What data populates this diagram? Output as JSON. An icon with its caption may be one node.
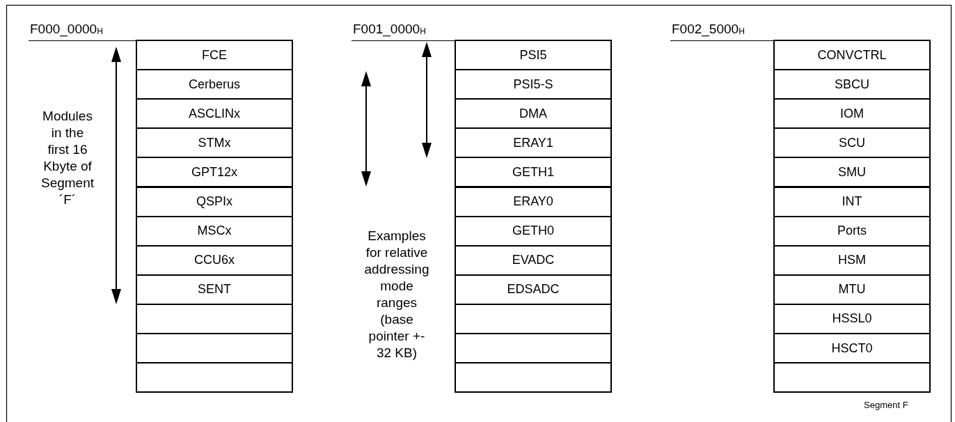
{
  "diagram": {
    "nodes": [
      {
        "text": [
          "FCE"
        ],
        "beside": [
          "F000_0000$_{H}$"
        ]
      },
      {
        "text": [
          "Cerberus"
        ]
      },
      {
        "text": [
          "ASCLINx"
        ]
      },
      {
        "text": [
          "STMx"
        ]
      },
      {
        "text": [
          "GPT12x"
        ]
      },
      {
        "text": [
          "QSPIx"
        ]
      },
      {
        "text": [
          "MSCx"
        ]
      },
      {
        "text": [
          "CCU6x"
        ]
      },
      {
        "text": [
          "SENT"
        ]
      },
      {
        "text": [],
        "shape": "box"
      },
      {
        "text": [],
        "shape": "box"
      },
      {
        "text": [],
        "shape": "box"
      },
      {
        "text": [
          "PSI5"
        ],
        "beside": [
          "F001_0000$_{H}$"
        ]
      },
      {
        "text": [
          "PSI5-S"
        ]
      },
      {
        "text": [
          "DMA"
        ]
      },
      {
        "text": [
          "ERAY1"
        ]
      },
      {
        "text": [
          "GETH1"
        ]
      },
      {
        "text": [
          "ERAY0"
        ]
      },
      {
        "text": [
          "GETH0"
        ]
      },
      {
        "text": [
          "EVADC"
        ]
      },
      {
        "text": [
          "EDSADC"
        ]
      },
      {
        "text": [],
        "shape": "box"
      },
      {
        "text": [],
        "shape": "box"
      },
      {
        "text": [],
        "shape": "box"
      },
      {
        "text": [
          "CONVCTRL"
        ],
        "beside": [
          "F002_5000$_{H}$"
        ]
      },
      {
        "text": [
          "SBCU"
        ]
      },
      {
        "text": [
          "IOM"
        ]
      },
      {
        "text": [
          "SCU"
        ]
      },
      {
        "text": [
          "SMU"
        ]
      },
      {
        "text": [
          "INT"
        ]
      },
      {
        "text": [
          "Ports"
        ]
      },
      {
        "text": [
          "HSM"
        ]
      },
      {
        "text": [
          "MTU"
        ]
      },
      {
        "text": [
          "HSSL0"
        ]
      },
      {
        "text": [
          "HSCT0"
        ]
      },
      {
        "text": [],
        "shape": "box"
      }
    ],
    "labels": [
      "Modules in the first 16 Kbyte of Segment ´F´",
      "Examples for relative addressing mode ranges (base pointer +- 32 KB)",
      "Segment F"
    ]
  }
}
